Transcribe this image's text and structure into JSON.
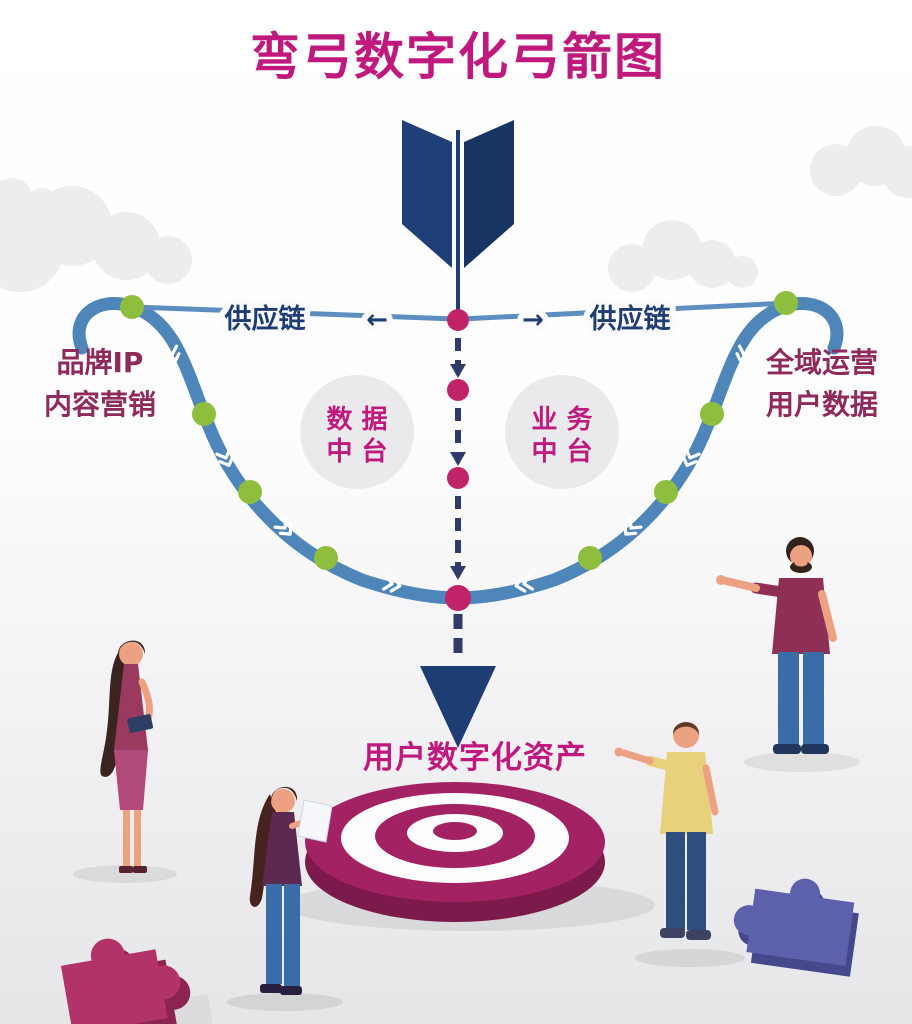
{
  "title": "弯弓数字化弓箭图",
  "bowstring": {
    "left_label": "供应链",
    "left_arrow": "←",
    "right_arrow": "→",
    "right_label": "供应链"
  },
  "left_note": {
    "line1": "品牌IP",
    "line2": "内容营销"
  },
  "right_note": {
    "line1": "全域运营",
    "line2": "用户数据"
  },
  "data_platform": {
    "line1": "数 据",
    "line2": "中 台"
  },
  "business_platform": {
    "line1": "业 务",
    "line2": "中 台"
  },
  "target_label": "用户数字化资产",
  "colors": {
    "title_magenta": "#c0197d",
    "navy": "#1e3d72",
    "bow_blue": "#4e86ba",
    "node_green": "#8fbe3e",
    "node_magenta": "#c02368",
    "dash_indigo": "#303a6b",
    "platform_circle_gray": "#eaeaec",
    "note_plum": "#8e2a5c",
    "target_magenta": "#a32263",
    "target_rim": "#7b1a4b",
    "puzzle_left": "#b13368",
    "puzzle_right": "#5d60aa"
  }
}
